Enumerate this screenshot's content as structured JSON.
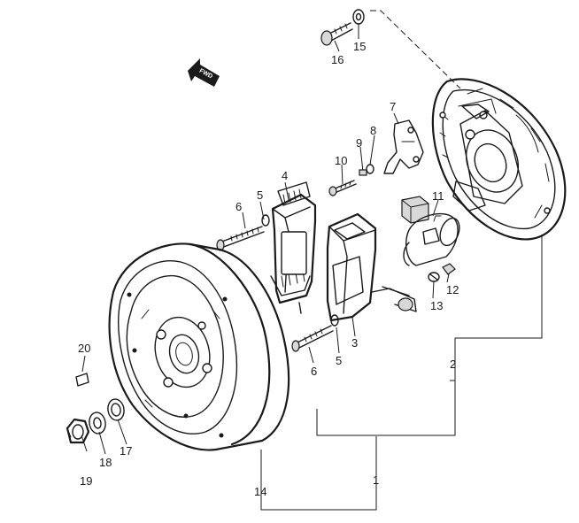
{
  "callouts": [
    {
      "id": "1",
      "text": "1"
    },
    {
      "id": "2",
      "text": "2"
    },
    {
      "id": "3",
      "text": "3"
    },
    {
      "id": "4",
      "text": "4"
    },
    {
      "id": "5a",
      "text": "5"
    },
    {
      "id": "5b",
      "text": "5"
    },
    {
      "id": "6a",
      "text": "6"
    },
    {
      "id": "6b",
      "text": "6"
    },
    {
      "id": "7",
      "text": "7"
    },
    {
      "id": "8",
      "text": "8"
    },
    {
      "id": "9",
      "text": "9"
    },
    {
      "id": "10",
      "text": "10"
    },
    {
      "id": "11",
      "text": "11"
    },
    {
      "id": "12",
      "text": "12"
    },
    {
      "id": "13",
      "text": "13"
    },
    {
      "id": "14",
      "text": "14"
    },
    {
      "id": "15",
      "text": "15"
    },
    {
      "id": "16",
      "text": "16"
    },
    {
      "id": "17",
      "text": "17"
    },
    {
      "id": "18",
      "text": "18"
    },
    {
      "id": "19",
      "text": "19"
    },
    {
      "id": "20",
      "text": "20"
    }
  ],
  "direction_marker": {
    "text": "FWD",
    "icon": "forward-arrow-icon"
  }
}
